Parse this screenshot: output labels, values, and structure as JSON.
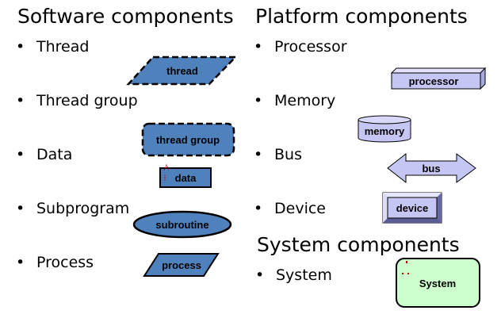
{
  "headings": {
    "software": "Software components",
    "platform": "Platform components",
    "system": "System components"
  },
  "software_items": [
    "Thread",
    "Thread group",
    "Data",
    "Subprogram",
    "Process"
  ],
  "platform_items": [
    "Processor",
    "Memory",
    "Bus",
    "Device"
  ],
  "system_items": [
    "System"
  ],
  "shape_labels": {
    "thread": "thread",
    "thread_group": "thread group",
    "data": "data",
    "subroutine": "subroutine",
    "process": "process",
    "processor": "processor",
    "memory": "memory",
    "bus": "bus",
    "device": "device",
    "system": "System"
  },
  "bullet_glyph": "•",
  "colors": {
    "software_fill": "#4f81bd",
    "platform_fill": "#c6c6f5",
    "system_fill": "#ccffcc",
    "annotation_red": "#cc0000"
  }
}
